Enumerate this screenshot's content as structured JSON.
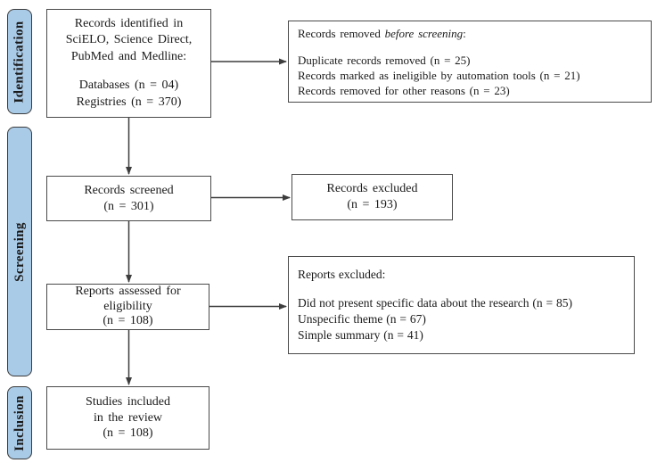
{
  "colors": {
    "background": "#ffffff",
    "sidebar_fill": "#a9cbe8",
    "sidebar_border": "#3b3b3b",
    "box_border": "#4a4a4a",
    "arrow": "#3d3d3d"
  },
  "sidebar": {
    "identification": "Identification",
    "screening": "Screening",
    "inclusion": "Inclusion"
  },
  "boxes": {
    "identified": {
      "lines": [
        "Records identified in",
        "SciELO, Science Direct,",
        "PubMed and Medline:",
        "",
        "Databases (n = 04)",
        "Registries (n = 370)"
      ]
    },
    "removed": {
      "title_prefix": "Records removed ",
      "title_italic": "before screening",
      "title_suffix": ":",
      "items": [
        "Duplicate records removed (n = 25)",
        "Records marked as ineligible by automation tools (n = 21)",
        "Records removed for other reasons (n = 23)"
      ]
    },
    "screened": {
      "lines": [
        "Records screened",
        "(n = 301)"
      ]
    },
    "excluded": {
      "lines": [
        "Records excluded",
        "(n = 193)"
      ]
    },
    "assessed": {
      "lines": [
        "Reports assessed for",
        "eligibility",
        "(n = 108)"
      ]
    },
    "reports_excluded": {
      "title": "Reports excluded:",
      "items": [
        "Did not present specific data about the research (n = 85)",
        "Unspecific theme (n = 67)",
        "Simple summary (n = 41)"
      ]
    },
    "included": {
      "lines": [
        "Studies included",
        "in the review",
        "(n = 108)"
      ]
    }
  }
}
